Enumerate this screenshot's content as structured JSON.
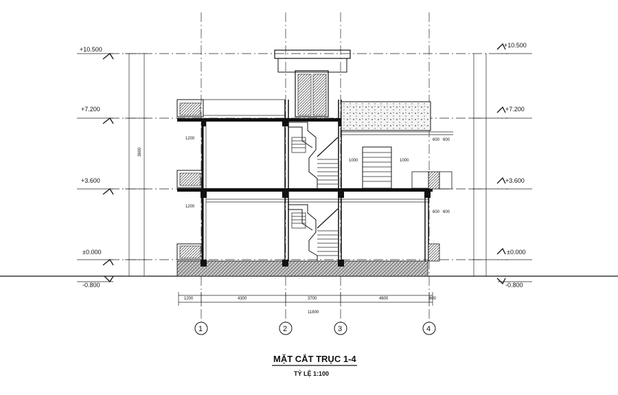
{
  "title": "MẶT CẮT TRỤC 1-4",
  "scale": "TỶ LỆ 1:100",
  "levels": {
    "roof": "+10.500",
    "floor3": "+7.200",
    "floor2": "+3.600",
    "ground": "±0.000",
    "base": "-0.800"
  },
  "axes": [
    "1",
    "2",
    "3",
    "4"
  ],
  "dimensions": {
    "bottom": [
      "1200",
      "4300",
      "3700",
      "4600",
      "800"
    ],
    "total": "11800",
    "left_height": "3600",
    "left_small": [
      "1200",
      "1200"
    ],
    "right_small_top": [
      "600",
      "600"
    ],
    "right_small_bottom": [
      "600",
      "600"
    ],
    "window": [
      "1000",
      "1000"
    ]
  },
  "colors": {
    "line": "#111111",
    "hatch": "#9a9a9a",
    "axis": "#555555"
  }
}
